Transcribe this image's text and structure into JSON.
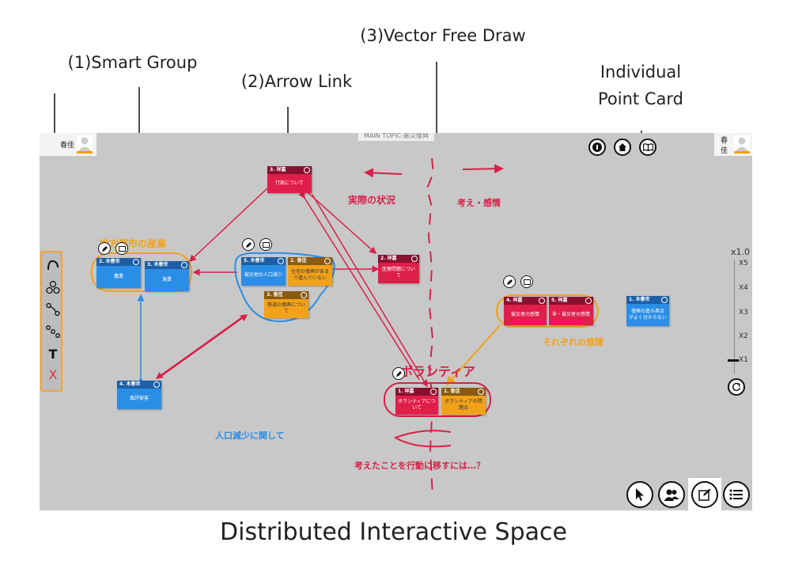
{
  "annotations": {
    "smart_group": "(1)Smart Group",
    "arrow_link": "(2)Arrow Link",
    "vector_free_draw": "(3)Vector Free Draw",
    "individual_point_card_line1": "Individual",
    "individual_point_card_line2": "Point Card"
  },
  "caption": "Distributed Interactive Space",
  "canvas": {
    "main_topic": "MAIN TOPIC-震災復興",
    "user_left": "春佳",
    "user_right": "春佳",
    "zoom": {
      "current": "x1.0",
      "levels": [
        "X5",
        "X4",
        "X3",
        "X2",
        "X1"
      ],
      "selected": "X1"
    },
    "toolbar_tools": [
      "curve-tool",
      "circles-tool",
      "link-tool",
      "chain-tool",
      "T",
      "X"
    ],
    "group_labels": {
      "group1": "地方都市の産業",
      "group2": "それぞれの感情",
      "group3": "ボランティア"
    },
    "free_text": {
      "actual": "実際の状況",
      "feelings": "考え・感情",
      "population": "人口減少に関して",
      "action": "考えたことを行動に移すには…？"
    },
    "cards": [
      {
        "id": "c1",
        "header": "2. 木春世",
        "body": "農業"
      },
      {
        "id": "c2",
        "header": "3. 木春世",
        "body": "漁業"
      },
      {
        "id": "c3",
        "header": "4. 木春世",
        "body": "風評被害"
      },
      {
        "id": "c4",
        "header": "3. 祥嘉",
        "body": "行政について"
      },
      {
        "id": "c5",
        "header": "5. 木春世",
        "body": "被災地の人口減少"
      },
      {
        "id": "c6",
        "header": "2. 香佳",
        "body": "住宅の復興があまり進んでいない"
      },
      {
        "id": "c7",
        "header": "3. 香佳",
        "body": "鉄道の復興について"
      },
      {
        "id": "c8",
        "header": "2. 祥嘉",
        "body": "医療問題について"
      },
      {
        "id": "c9",
        "header": "1. 祥嘉",
        "body": "ボランティアについて"
      },
      {
        "id": "c10",
        "header": "1. 香佳",
        "body": "ボランティアの問題点"
      },
      {
        "id": "c11",
        "header": "4. 祥嘉",
        "body": "被災者の感情"
      },
      {
        "id": "c12",
        "header": "5. 祥嘉",
        "body": "非・被災者の感情"
      },
      {
        "id": "c13",
        "header": "1. 木春世",
        "body": "復興の進み具合がよく分からない"
      }
    ]
  },
  "colors": {
    "canvas_bg": "#c8c8c8",
    "red_link": "#d8204a",
    "blue_link": "#2a8ee6",
    "orange_link": "#f2a21a"
  }
}
